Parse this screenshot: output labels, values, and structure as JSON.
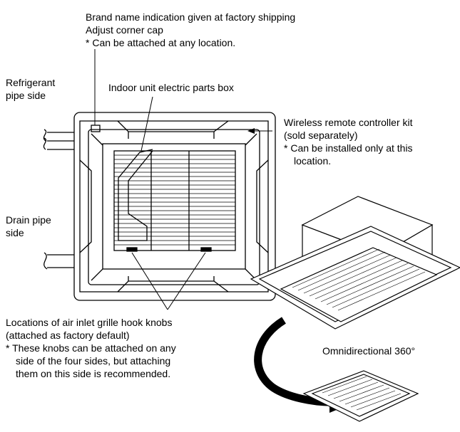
{
  "labels": {
    "brand": {
      "line1": "Brand name indication given at factory shipping",
      "line2": "Adjust corner cap",
      "line3": "* Can be attached at any location."
    },
    "refrigerant": {
      "line1": "Refrigerant",
      "line2": "pipe side"
    },
    "electric_box": "Indoor unit electric parts box",
    "remote": {
      "line1": "Wireless remote controller kit",
      "line2": "(sold separately)",
      "line3": "* Can be installed only at this",
      "line4": "location."
    },
    "drain": {
      "line1": "Drain pipe",
      "line2": "side"
    },
    "hooks": {
      "line1": "Locations of air inlet grille hook knobs",
      "line2": "(attached as factory default)",
      "line3": "* These knobs can be attached on any",
      "line4": "side of the four sides, but attaching",
      "line5": "them on this side is recommended."
    },
    "omni": "Omnidirectional 360°"
  }
}
